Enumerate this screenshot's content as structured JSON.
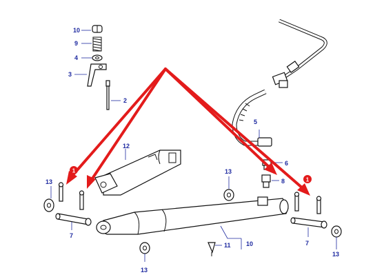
{
  "callouts": {
    "c10_top": "10",
    "c9": "9",
    "c4": "4",
    "c3": "3",
    "c2": "2",
    "c12": "12",
    "c5": "5",
    "c6": "6",
    "c8": "8",
    "c13_left_top": "13",
    "c13_mid_top": "13",
    "c7_left": "7",
    "c7_right": "7",
    "c13_bottom_left": "13",
    "c13_bottom_right": "13",
    "c11": "11",
    "c10_bottom": "10"
  },
  "markers": {
    "m1_left": "1",
    "m1_right": "1"
  },
  "colors": {
    "callout_text": "#1e2aa0",
    "highlight_arrow": "#e31b1b",
    "line_art": "#111111"
  }
}
